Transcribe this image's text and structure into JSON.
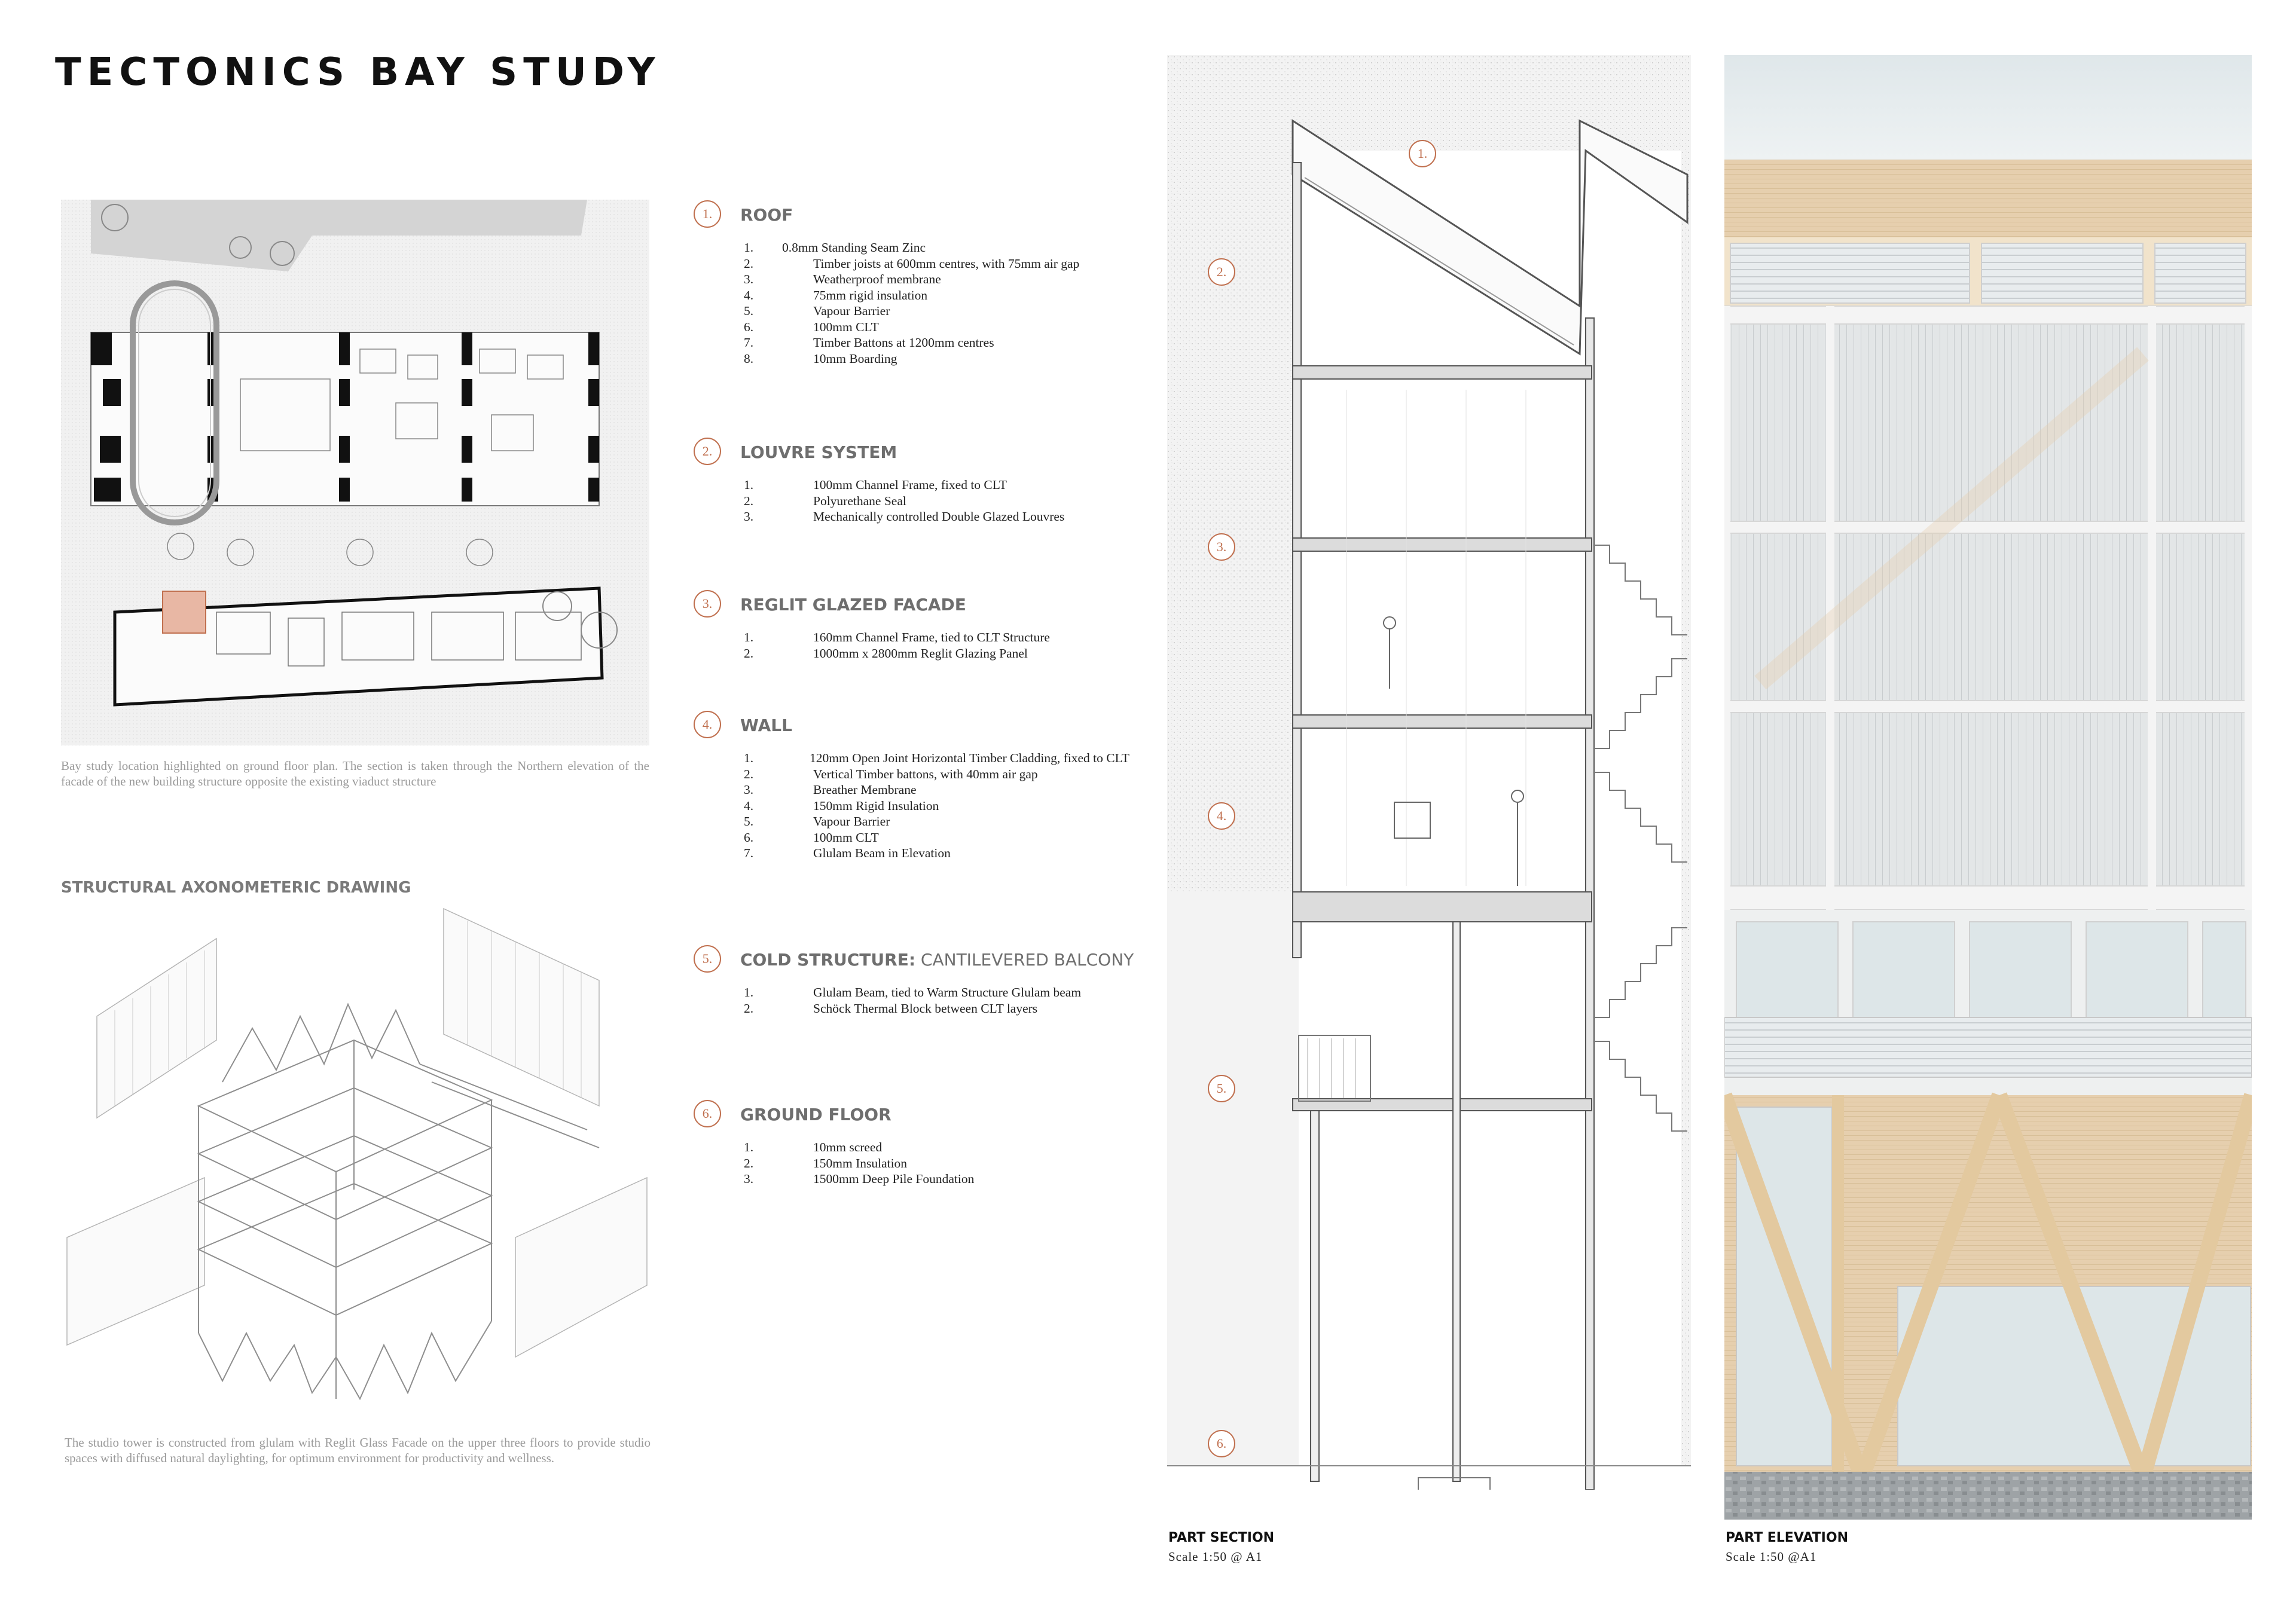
{
  "title": "TECTONICS BAY STUDY",
  "plan_caption": "Bay study location highlighted on ground floor plan. The section is taken through the Northern elevation of the facade of the new building structure opposite the existing viaduct structure",
  "axo_heading": "STRUCTURAL AXONOMETERIC DRAWING",
  "axo_caption": "The studio tower is constructed from glulam with Reglit Glass Facade on the upper three floors to provide studio spaces with diffused natural daylighting, for optimum environment for productivity and wellness.",
  "colors": {
    "accent": "#c0704f",
    "highlight": "#e8b7a4",
    "timber": "#e6cfae",
    "glass": "#dfe4e6",
    "sky": "#e4ebee"
  },
  "specs": [
    {
      "num": "1.",
      "heading": "ROOF",
      "heading_light": "",
      "items": [
        {
          "n": "1.",
          "t": "0.8mm Standing Seam Zinc"
        },
        {
          "n": "2.",
          "t": "Timber joists at 600mm centres, with 75mm air gap"
        },
        {
          "n": "3.",
          "t": "Weatherproof membrane"
        },
        {
          "n": "4.",
          "t": "75mm rigid insulation"
        },
        {
          "n": "5.",
          "t": "Vapour Barrier"
        },
        {
          "n": "6.",
          "t": "100mm CLT"
        },
        {
          "n": "7.",
          "t": "Timber Battons at 1200mm centres"
        },
        {
          "n": "8.",
          "t": "10mm Boarding"
        }
      ]
    },
    {
      "num": "2.",
      "heading": "LOUVRE SYSTEM",
      "heading_light": "",
      "items": [
        {
          "n": "1.",
          "t": "100mm Channel Frame, fixed to CLT"
        },
        {
          "n": "2.",
          "t": "Polyurethane Seal"
        },
        {
          "n": "3.",
          "t": "Mechanically controlled Double Glazed Louvres"
        }
      ]
    },
    {
      "num": "3.",
      "heading": "REGLIT GLAZED FACADE",
      "heading_light": "",
      "items": [
        {
          "n": "1.",
          "t": "160mm Channel Frame, tied to CLT Structure"
        },
        {
          "n": "2.",
          "t": "1000mm x 2800mm Reglit Glazing Panel"
        }
      ]
    },
    {
      "num": "4.",
      "heading": "WALL",
      "heading_light": "",
      "items": [
        {
          "n": "1.",
          "t": "120mm Open Joint Horizontal Timber Cladding, fixed to CLT",
          "wrap": true
        },
        {
          "n": "2.",
          "t": "Vertical Timber battons, with 40mm air gap"
        },
        {
          "n": "3.",
          "t": "Breather Membrane"
        },
        {
          "n": "4.",
          "t": "150mm Rigid Insulation"
        },
        {
          "n": "5.",
          "t": "Vapour Barrier"
        },
        {
          "n": "6.",
          "t": "100mm CLT"
        },
        {
          "n": "7.",
          "t": "Glulam Beam in Elevation"
        }
      ]
    },
    {
      "num": "5.",
      "heading": "COLD STRUCTURE:",
      "heading_light": " CANTILEVERED BALCONY",
      "items": [
        {
          "n": "1.",
          "t": "Glulam Beam, tied to Warm Structure Glulam beam"
        },
        {
          "n": "2.",
          "t": "Schöck Thermal Block between CLT layers"
        }
      ]
    },
    {
      "num": "6.",
      "heading": "GROUND FLOOR",
      "heading_light": "",
      "items": [
        {
          "n": "1.",
          "t": "10mm screed"
        },
        {
          "n": "2.",
          "t": "150mm Insulation"
        },
        {
          "n": "3.",
          "t": "1500mm Deep Pile Foundation"
        }
      ]
    }
  ],
  "section_markers": [
    "1.",
    "2.",
    "3.",
    "4.",
    "5.",
    "6."
  ],
  "section_label": "PART SECTION",
  "section_scale": "Scale 1:50 @ A1",
  "elevation_label": "PART ELEVATION",
  "elevation_scale": "Scale 1:50 @A1"
}
